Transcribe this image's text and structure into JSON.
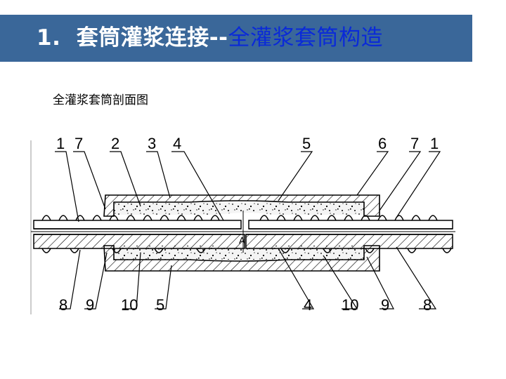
{
  "header": {
    "number": "1.",
    "title_part1": "套筒灌浆连接--",
    "title_part2": "全灌浆套筒构造",
    "bar_color": "#3a6799",
    "accent_color": "#0a2ad8"
  },
  "figure": {
    "caption": "全灌浆套筒剖面图",
    "top_labels": [
      "1",
      "7",
      "2",
      "3",
      "4",
      "5",
      "6",
      "7",
      "1"
    ],
    "bottom_labels": [
      "8",
      "9",
      "10",
      "5",
      "4",
      "10",
      "9",
      "8"
    ],
    "center_label": "A"
  }
}
